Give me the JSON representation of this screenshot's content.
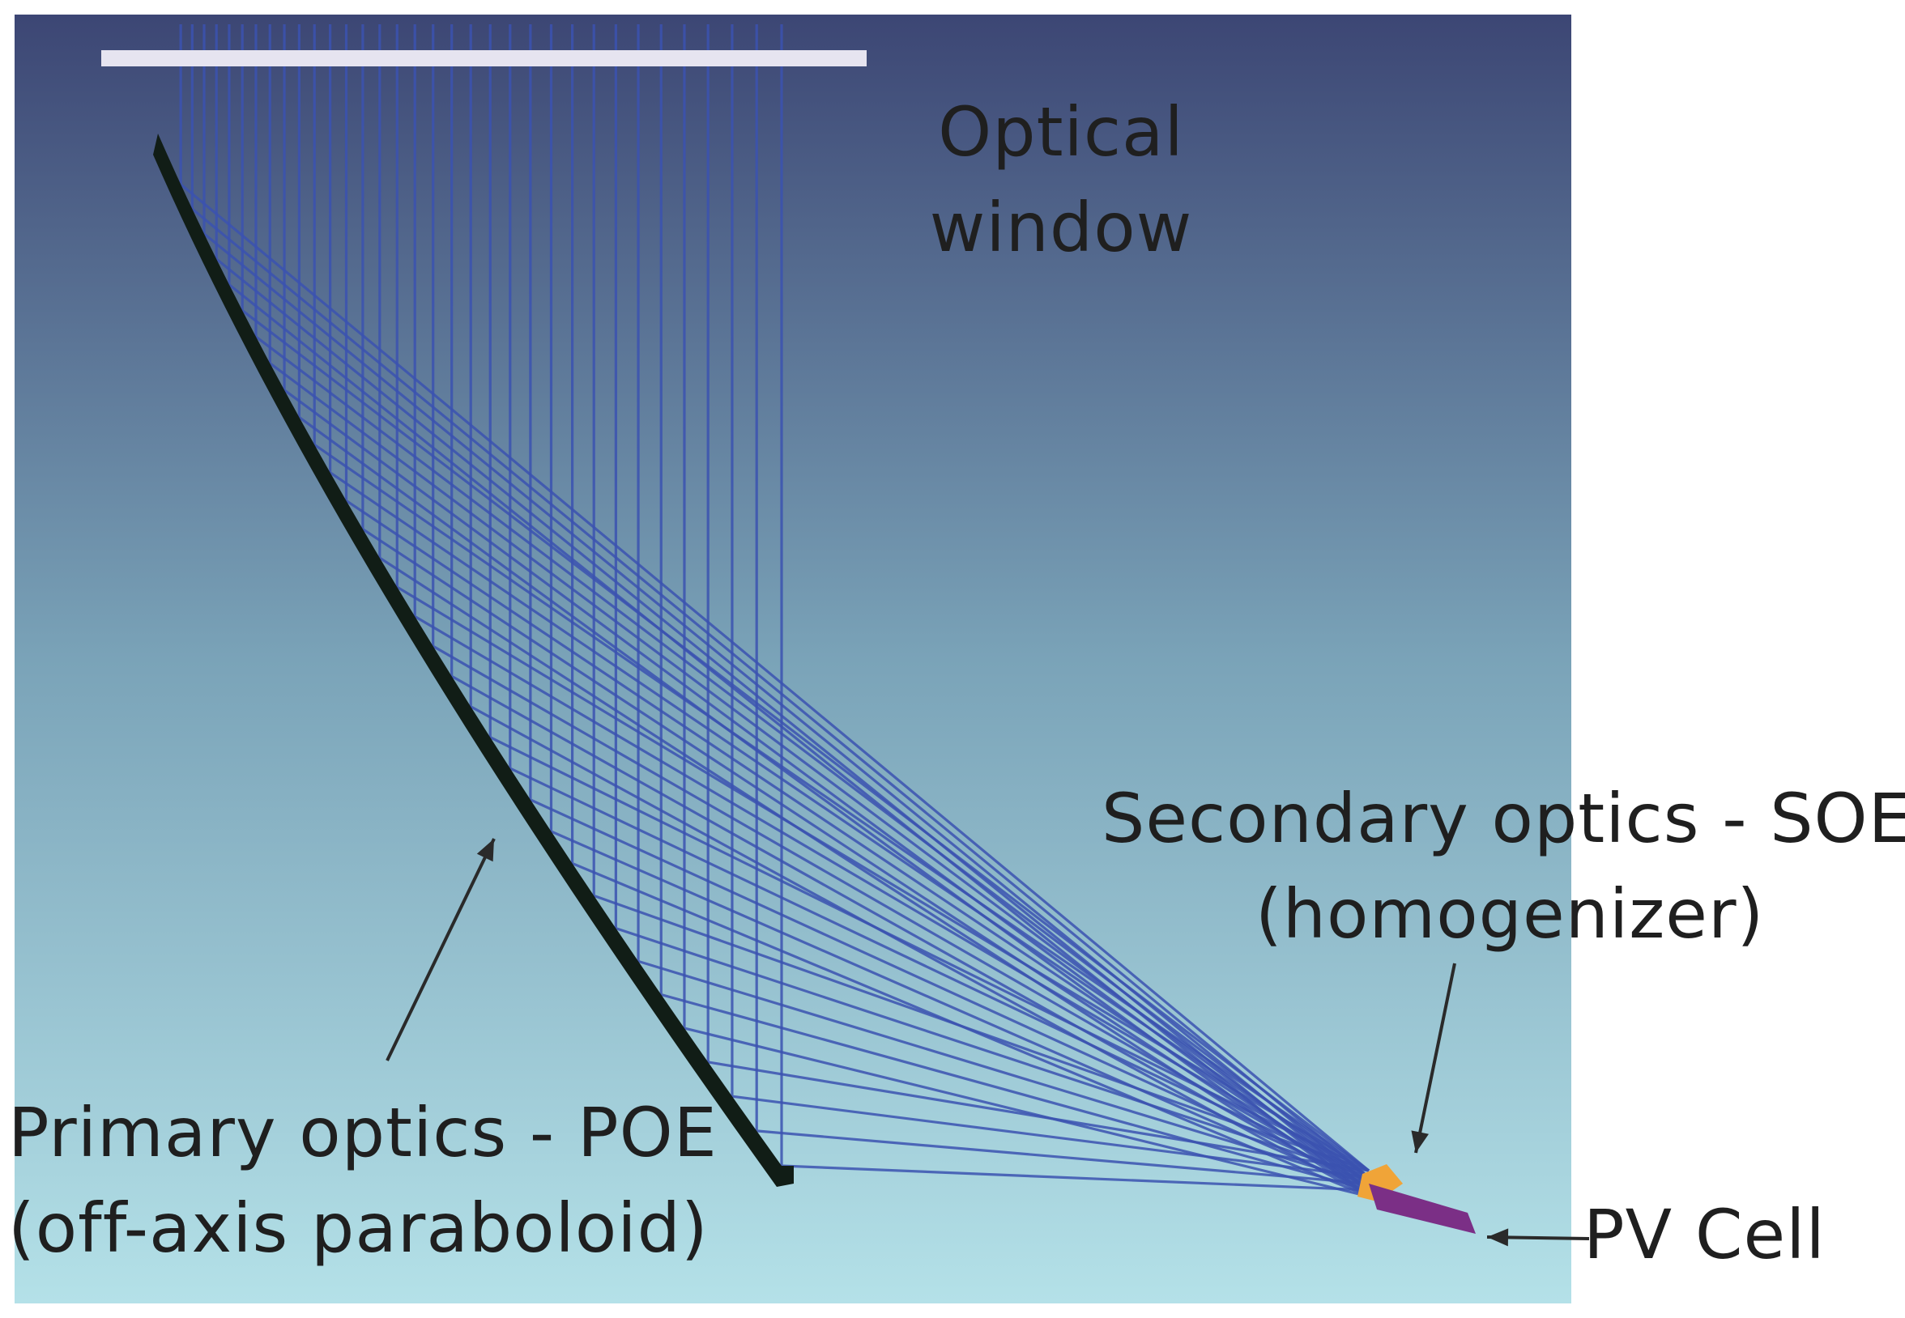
{
  "labels": {
    "optical_window": [
      "Optical",
      "window"
    ],
    "primary": [
      "Primary optics - POE",
      "(off-axis paraboloid)"
    ],
    "secondary": [
      "Secondary optics - SOE",
      "(homogenizer)"
    ],
    "pv_cell": "PV Cell"
  },
  "colors": {
    "bg_top": "#3c4674",
    "bg_mid": "#7aa3b8",
    "bg_bottom": "#b4e1e8",
    "ray": "#3b52b0",
    "mirror": "#111d16",
    "window": "#e6e4f0",
    "pv": "#7b2f86",
    "soe": "#f0a438",
    "arrow": "#2a2a2a"
  },
  "icons": [
    "arrow-icon"
  ]
}
